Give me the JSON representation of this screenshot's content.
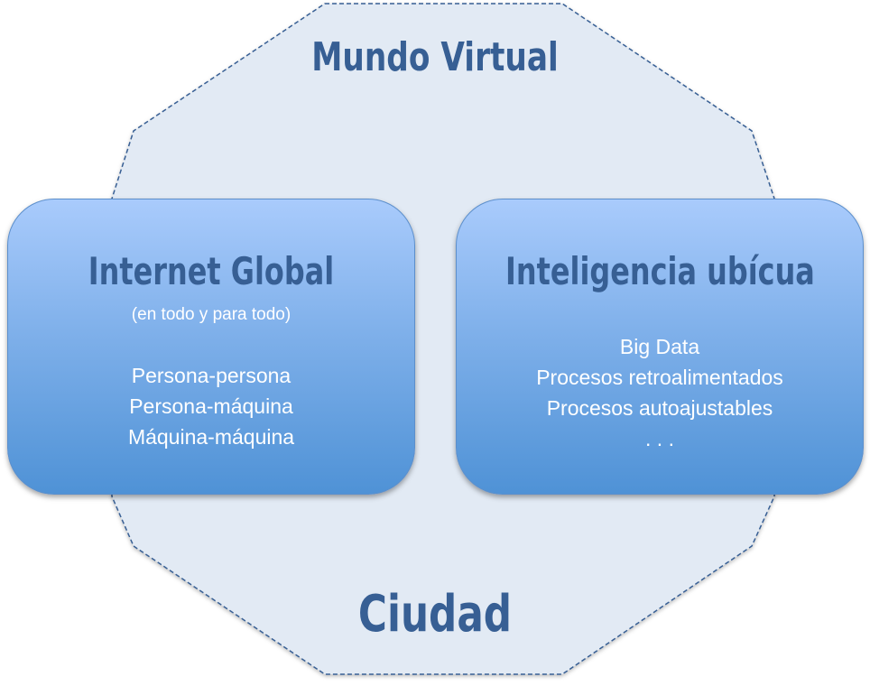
{
  "diagram": {
    "outer_shape": {
      "type": "octagon",
      "fill": "#e2eaf4",
      "stroke": "#375f94",
      "stroke_style": "dashed",
      "top_label": "Mundo Virtual",
      "bottom_label": "Ciudad"
    },
    "boxes": [
      {
        "title": "Internet Global",
        "subtitle": "(en todo y para todo)",
        "items": [
          "Persona-persona",
          "Persona-máquina",
          "Máquina-máquina"
        ]
      },
      {
        "title": "Inteligencia ubícua",
        "subtitle": "",
        "items": [
          "Big Data",
          "Procesos retroalimentados",
          "Procesos autoajustables",
          ". . ."
        ]
      }
    ],
    "colors": {
      "title_text": "#375f94",
      "box_gradient_top": "#a9cbfc",
      "box_gradient_bottom": "#4f92d6",
      "box_text": "#ffffff"
    }
  }
}
